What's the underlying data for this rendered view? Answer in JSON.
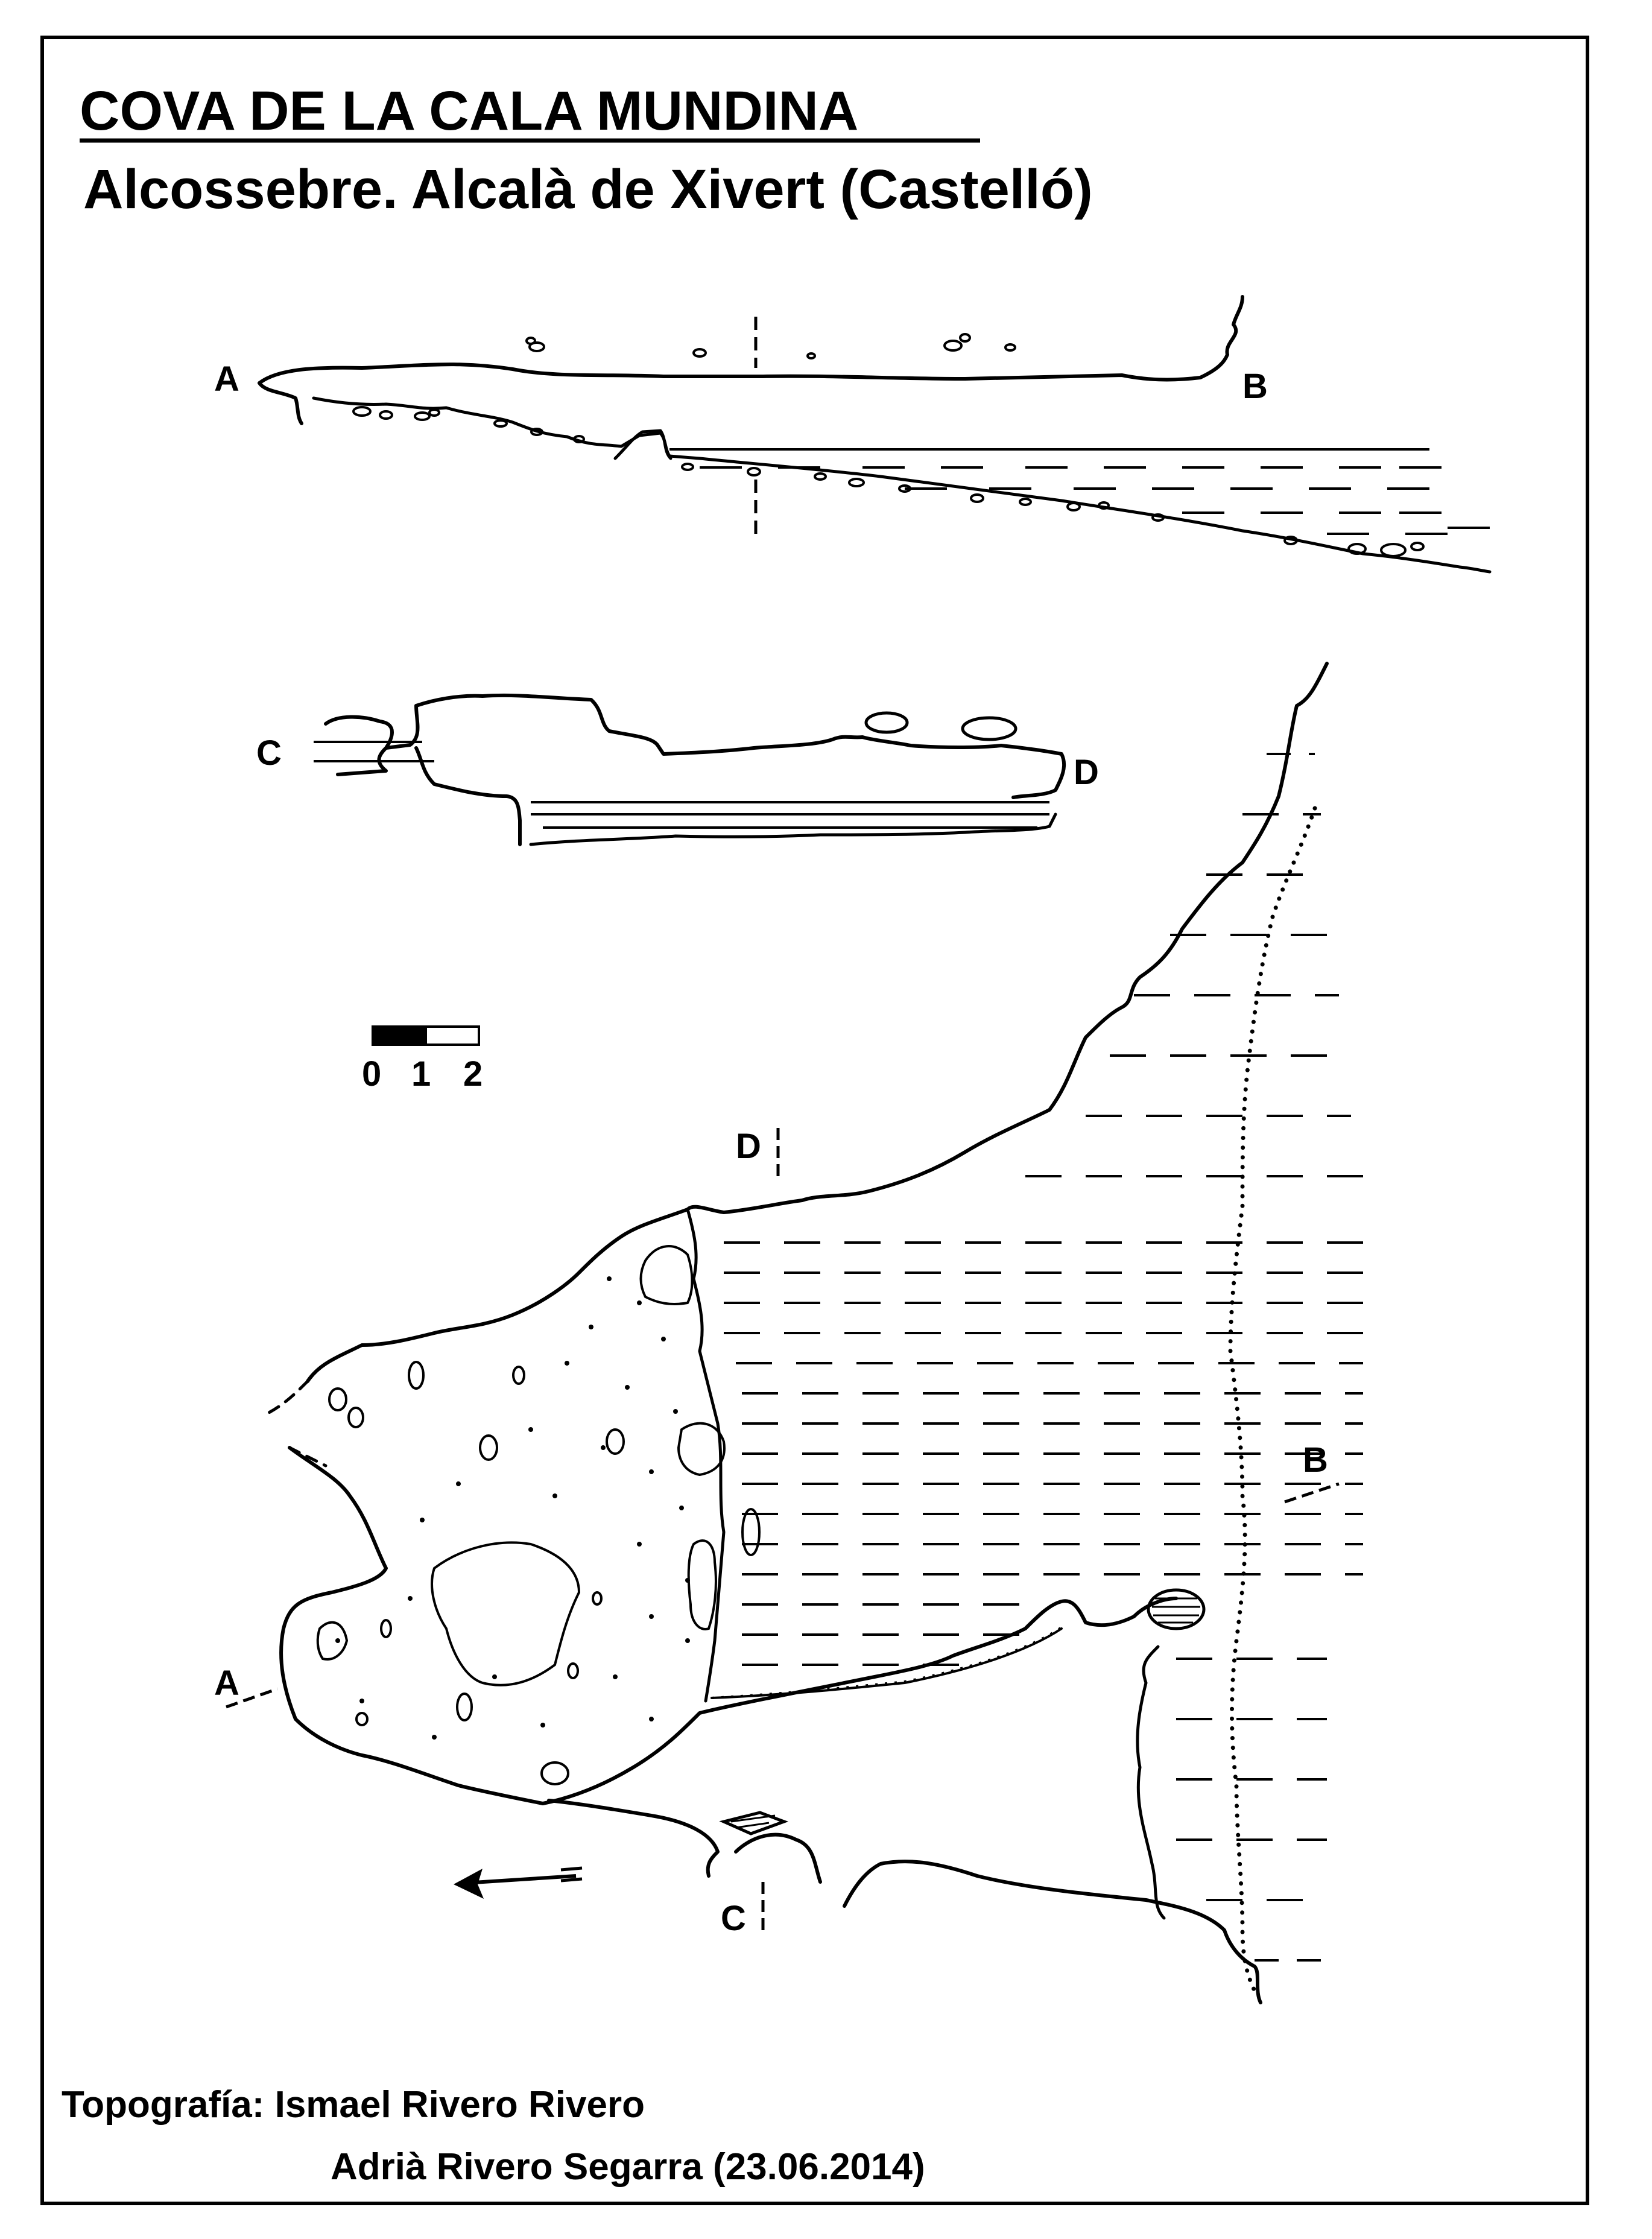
{
  "title": "COVA DE LA CALA MUNDINA",
  "subtitle": "Alcossebre. Alcalà de Xivert (Castelló)",
  "credits": {
    "line1": "Topografía: Ismael Rivero Rivero",
    "line2": "Adrià Rivero Segarra (23.06.2014)"
  },
  "scale_bar": {
    "ticks": [
      "0",
      "1",
      "2"
    ]
  },
  "section_labels": {
    "profile_ab_start": "A",
    "profile_ab_end": "B",
    "profile_cd_start": "C",
    "profile_cd_end": "D",
    "plan_a": "A",
    "plan_b": "B",
    "plan_c": "C",
    "plan_d": "D"
  },
  "map": {
    "profiles": [
      "A-B",
      "C-D"
    ],
    "water": "sea",
    "north_arrow": "left"
  }
}
